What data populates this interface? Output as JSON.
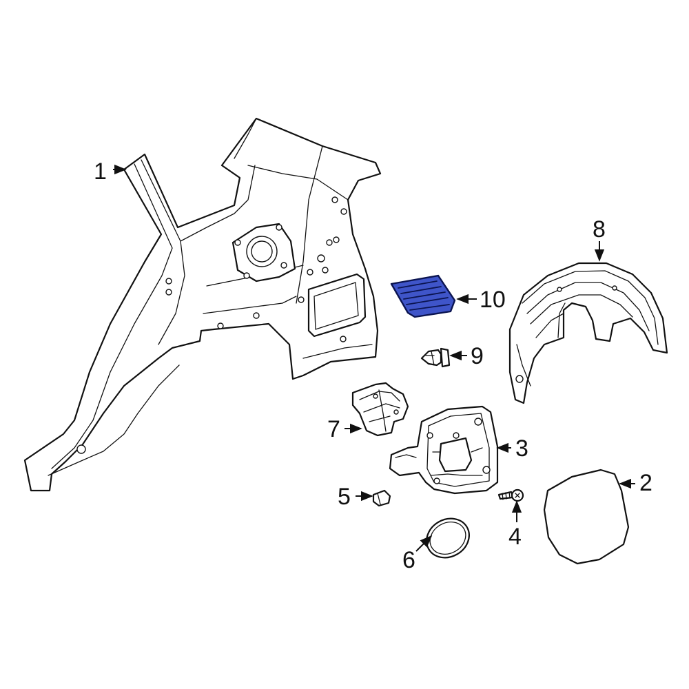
{
  "callouts": [
    {
      "id": "1",
      "label": "1"
    },
    {
      "id": "2",
      "label": "2"
    },
    {
      "id": "3",
      "label": "3"
    },
    {
      "id": "4",
      "label": "4"
    },
    {
      "id": "5",
      "label": "5"
    },
    {
      "id": "6",
      "label": "6"
    },
    {
      "id": "7",
      "label": "7"
    },
    {
      "id": "8",
      "label": "8"
    },
    {
      "id": "9",
      "label": "9"
    },
    {
      "id": "10",
      "label": "10"
    }
  ],
  "highlighted_part": "10",
  "colors": {
    "line": "#111111",
    "highlight_fill": "#3f55c9",
    "highlight_stroke": "#0b1450",
    "background": "#ffffff"
  }
}
